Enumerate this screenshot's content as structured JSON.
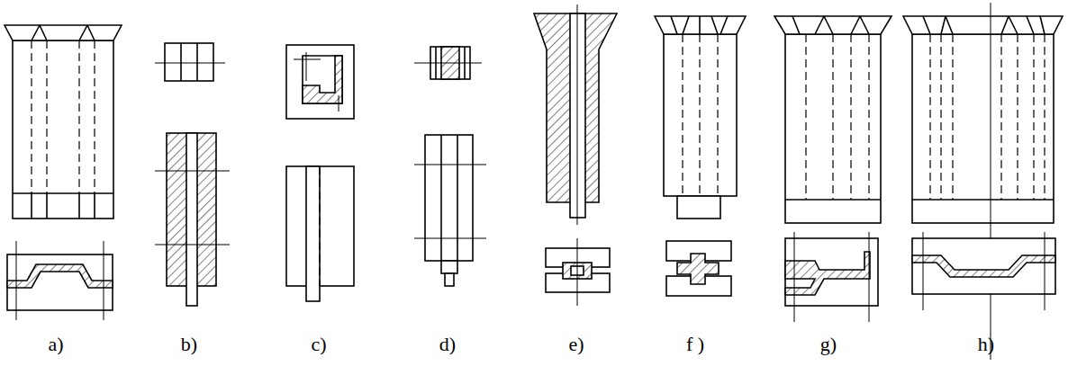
{
  "diagram": {
    "labels": [
      "a)",
      "b)",
      "c)",
      "d)",
      "e)",
      "f )",
      "g)",
      "h)"
    ]
  }
}
